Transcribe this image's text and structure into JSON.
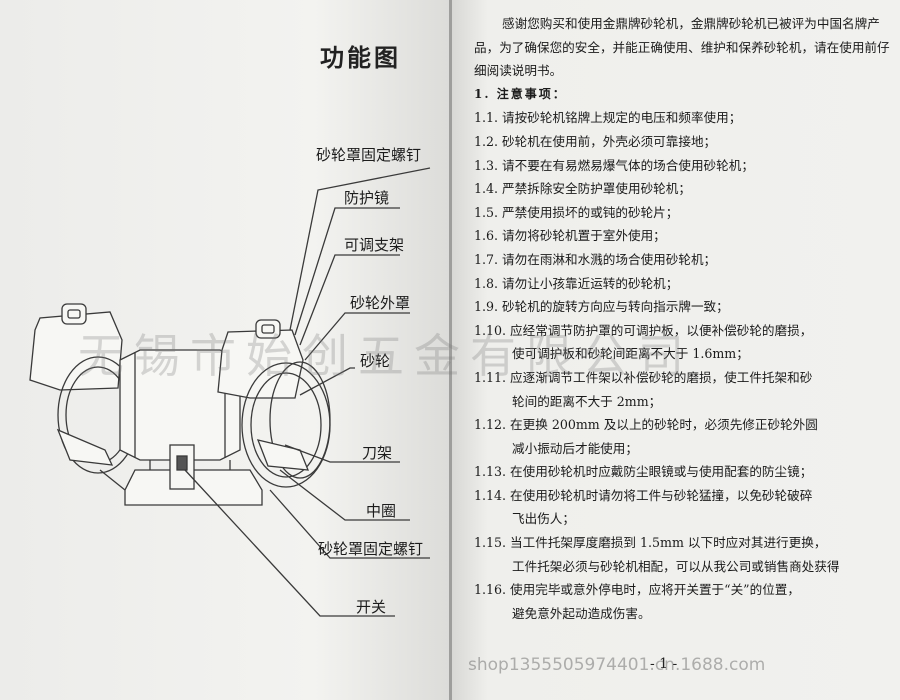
{
  "left_page": {
    "title": "功能图",
    "labels": {
      "cover_screw_top": "砂轮罩固定螺钉",
      "goggles": "防护镜",
      "adjustable_bracket": "可调支架",
      "wheel_guard": "砂轮外罩",
      "wheel": "砂轮",
      "tool_rest": "刀架",
      "middle_ring": "中圈",
      "cover_screw_bottom": "砂轮罩固定螺钉",
      "switch": "开关"
    }
  },
  "right_page": {
    "intro": "感谢您购买和使用金鼎牌砂轮机，金鼎牌砂轮机已被评为中国名牌产品，为了确保您的安全，并能正确使用、维护和保养砂轮机，请在使用前仔细阅读说明书。",
    "heading": "1.  注意事项：",
    "items": [
      {
        "text": "1.1. 请按砂轮机铭牌上规定的电压和频率使用；"
      },
      {
        "text": "1.2. 砂轮机在使用前，外壳必须可靠接地；"
      },
      {
        "text": "1.3. 请不要在有易燃易爆气体的场合使用砂轮机；"
      },
      {
        "text": "1.4. 严禁拆除安全防护罩使用砂轮机；"
      },
      {
        "text": "1.5. 严禁使用损坏的或钝的砂轮片；"
      },
      {
        "text": "1.6. 请勿将砂轮机置于室外使用；"
      },
      {
        "text": "1.7. 请勿在雨淋和水溅的场合使用砂轮机；"
      },
      {
        "text": "1.8. 请勿让小孩靠近运转的砂轮机；"
      },
      {
        "text": "1.9. 砂轮机的旋转方向应与转向指示牌一致；"
      },
      {
        "text": "1.10. 应经常调节防护罩的可调护板，以便补偿砂轮的磨损，",
        "cont": "使可调护板和砂轮间距离不大于 1.6mm；"
      },
      {
        "text": "1.11. 应逐渐调节工件架以补偿砂轮的磨损，使工件托架和砂",
        "cont": "轮间的距离不大于 2mm；"
      },
      {
        "text": "1.12. 在更换 200mm 及以上的砂轮时，必须先修正砂轮外圆",
        "cont": "减小振动后才能使用；"
      },
      {
        "text": "1.13. 在使用砂轮机时应戴防尘眼镜或与使用配套的防尘镜；"
      },
      {
        "text": "1.14. 在使用砂轮机时请勿将工件与砂轮猛撞，以免砂轮破碎",
        "cont": "飞出伤人；"
      },
      {
        "text": "1.15. 当工件托架厚度磨损到 1.5mm 以下时应对其进行更换，",
        "cont": "工件托架必须与砂轮机相配，可以从我公司或销售商处获得"
      },
      {
        "text": "1.16. 使用完毕或意外停电时，应将开关置于“关”的位置，",
        "cont": "避免意外起动造成伤害。"
      }
    ],
    "page_number": "- 1 -"
  },
  "watermark": "无锡市始创五金有限公司",
  "footer_url": "shop1355505974401.cn.1688.com"
}
